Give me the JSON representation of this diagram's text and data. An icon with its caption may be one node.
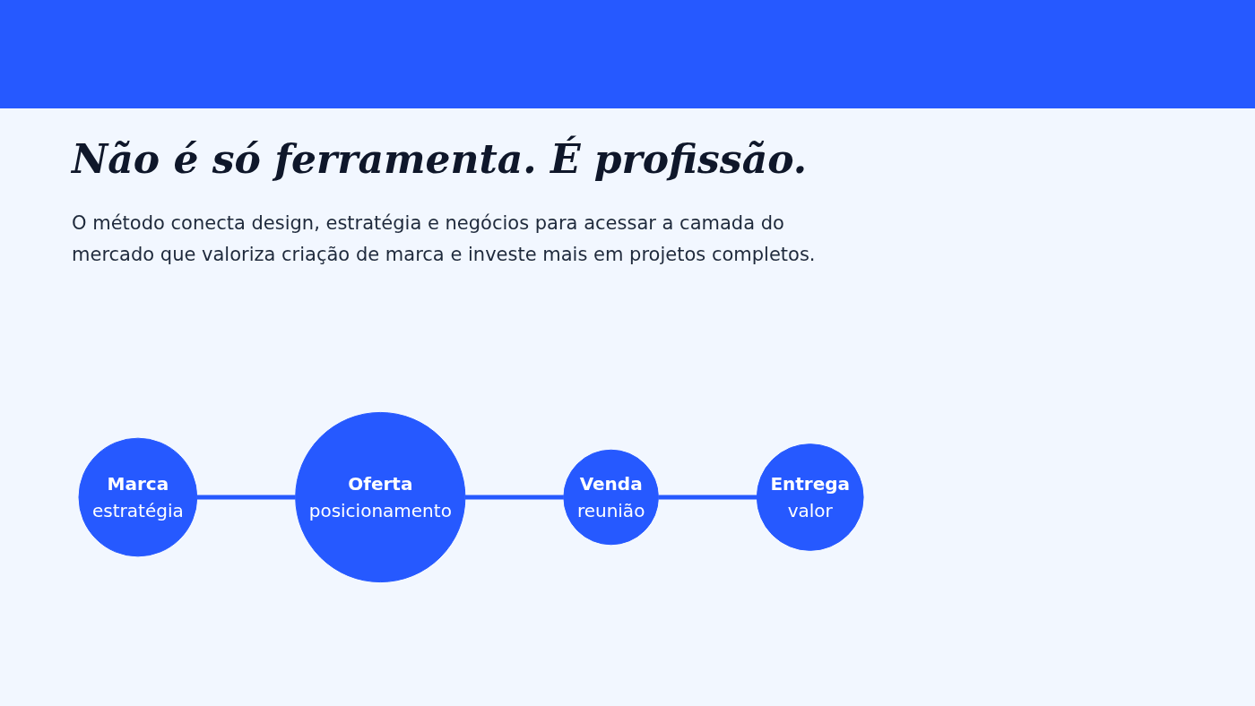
{
  "diagram": {
    "title": "Não é só ferramenta. É profissão.",
    "nodes": [
      {
        "text": [
          "Marca",
          "estratégia"
        ]
      },
      {
        "text": [
          "Oferta",
          "posicionamento"
        ]
      },
      {
        "text": [
          "Venda",
          "reunião"
        ]
      },
      {
        "text": [
          "Entrega",
          "valor"
        ]
      }
    ],
    "edges": [
      {
        "from": 0,
        "to": 1,
        "arrow": "none"
      },
      {
        "from": 1,
        "to": 2,
        "arrow": "none"
      },
      {
        "from": 2,
        "to": 3,
        "arrow": "none"
      }
    ],
    "labels": [
      "O método conecta design, estratégia e negócios para acessar a camada do mercado que valoriza criação de marca e investe mais em projetos completos."
    ]
  }
}
